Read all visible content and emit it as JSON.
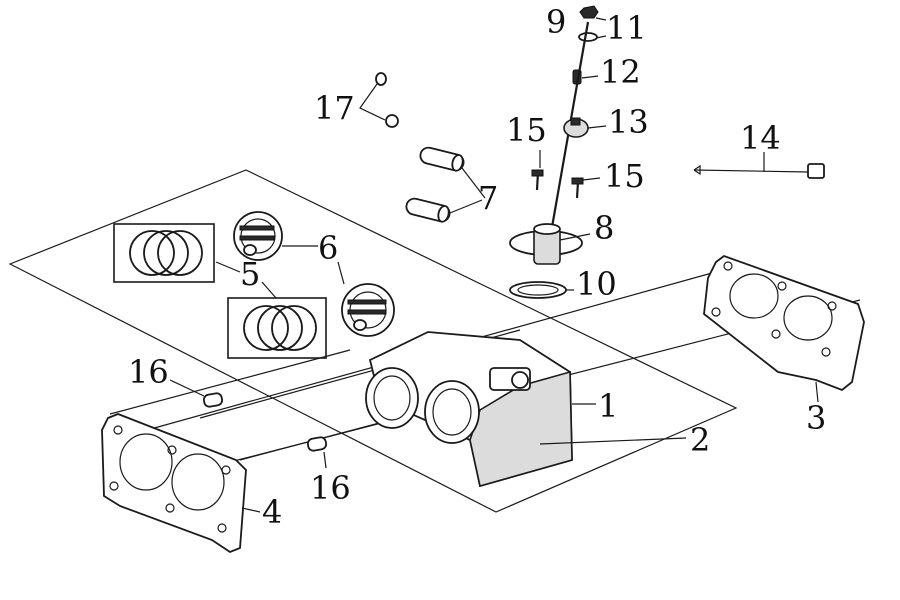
{
  "diagram": {
    "callouts": [
      {
        "id": "c9",
        "label": "9"
      },
      {
        "id": "c11",
        "label": "11"
      },
      {
        "id": "c12",
        "label": "12"
      },
      {
        "id": "c17",
        "label": "17"
      },
      {
        "id": "c13",
        "label": "13"
      },
      {
        "id": "c15a",
        "label": "15"
      },
      {
        "id": "c14",
        "label": "14"
      },
      {
        "id": "c15b",
        "label": "15"
      },
      {
        "id": "c7",
        "label": "7"
      },
      {
        "id": "c8",
        "label": "8"
      },
      {
        "id": "c6",
        "label": "6"
      },
      {
        "id": "c5",
        "label": "5"
      },
      {
        "id": "c10",
        "label": "10"
      },
      {
        "id": "c16a",
        "label": "16"
      },
      {
        "id": "c1",
        "label": "1"
      },
      {
        "id": "c2",
        "label": "2"
      },
      {
        "id": "c3",
        "label": "3"
      },
      {
        "id": "c16b",
        "label": "16"
      },
      {
        "id": "c4",
        "label": "4"
      }
    ]
  }
}
